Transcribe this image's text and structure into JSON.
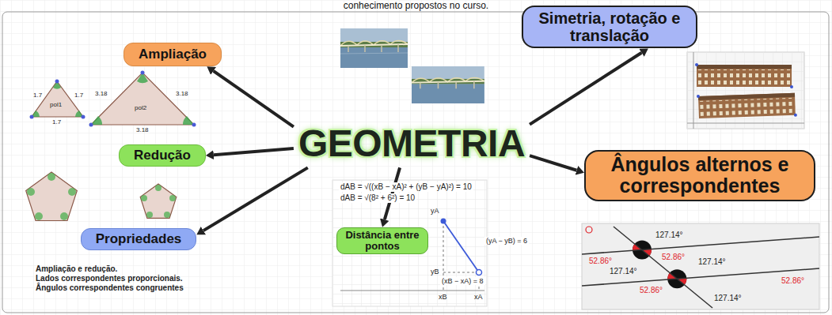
{
  "diagram": {
    "caption": "conhecimento propostos no curso.",
    "nodes": [
      {
        "text": [
          "Ampliação"
        ]
      },
      {
        "text": [
          "Simetria, rotação e translação"
        ]
      },
      {
        "text": [
          "GEOMETRIA"
        ]
      },
      {
        "text": [
          "Redução"
        ]
      },
      {
        "text": [
          "Ângulos alternos e correspondentes"
        ]
      },
      {
        "text": [
          "Propriedades"
        ]
      },
      {
        "text": [
          "Distância entre pontos"
        ]
      }
    ],
    "edges": [
      {
        "from": 2,
        "to": 0,
        "arrow": "to"
      },
      {
        "from": 2,
        "to": 1,
        "arrow": "to"
      },
      {
        "from": 2,
        "to": 3,
        "arrow": "to"
      },
      {
        "from": 2,
        "to": 4,
        "arrow": "to"
      },
      {
        "from": 2,
        "to": 5,
        "arrow": "to"
      },
      {
        "from": 2,
        "to": 6,
        "arrow": "to"
      }
    ],
    "labels": [
      "dAB = √((xB − xA)² + (yB − yA)²) = 10",
      "dAB = √(8² + 6²) = 10",
      "yA",
      "yB",
      "xB",
      "xA",
      "(yA − yB) = 6",
      "(xB − xA) = 8",
      "127.14°",
      "52.86°",
      "52.86°",
      "127.14°",
      "127.14°",
      "52.86°",
      "127.14°",
      "52.86°",
      "1.7",
      "1.7",
      "1.7",
      "pol1",
      "3.18",
      "3.18",
      "3.18",
      "pol2",
      "Ampliação e redução.",
      "Lados correspondentes proporcionais.",
      "Ângulos correspondentes congruentes"
    ]
  }
}
